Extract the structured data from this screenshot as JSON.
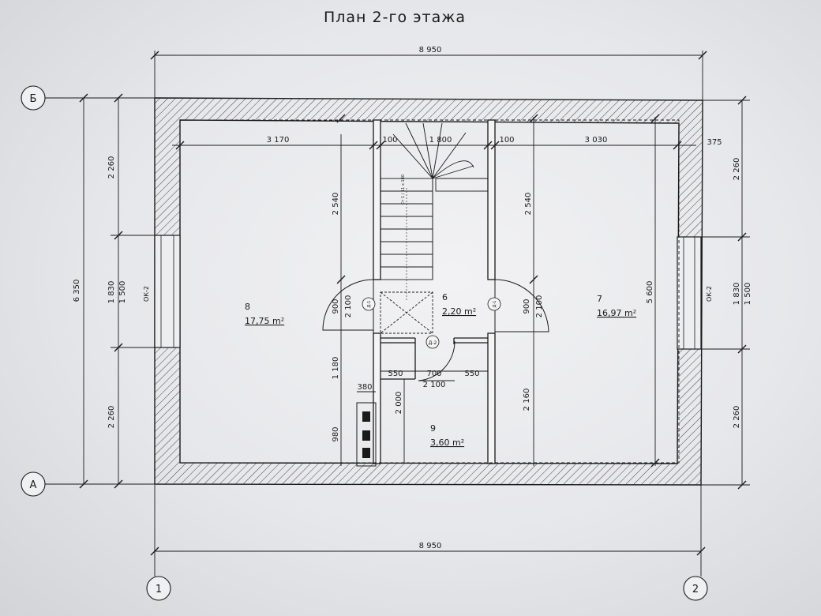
{
  "title": "План 2-го этажа",
  "axes": {
    "row_top": "Б",
    "row_bottom": "А",
    "col_left": "1",
    "col_right": "2"
  },
  "dimensions": {
    "overall_width_top": "8 950",
    "overall_width_bottom": "8 950",
    "overall_height": "6 350",
    "left_seg_top": "2 260",
    "left_seg_mid": "1 830",
    "left_window": "1 500",
    "left_seg_bottom": "2 260",
    "right_seg_top": "2 260",
    "right_seg_mid": "1 830",
    "right_window": "1 500",
    "right_seg_bottom": "2 260",
    "room_left_width": "3 170",
    "wall_a": "100",
    "stair_width": "1 800",
    "wall_b": "100",
    "room_right_width": "3 030",
    "corner_offset": "375",
    "left_room_upper": "2 540",
    "right_room_upper": "2 540",
    "door_left_900": "900",
    "door_left_2100": "2 100",
    "door_right_900": "900",
    "door_right_2100": "2 100",
    "right_room_depth": "5 600",
    "seg_1180": "1 180",
    "seg_550_left": "550",
    "seg_700": "700",
    "seg_550_right": "550",
    "seg_2100_bottom": "2 100",
    "seg_380": "380",
    "seg_2000": "2 000",
    "seg_2160": "2 160",
    "seg_980": "980"
  },
  "windows": {
    "left": "ОК-2",
    "right": "ОК-2"
  },
  "doors": {
    "left": "Д-1",
    "right": "Д-1",
    "wc": "Д-2"
  },
  "stair_note": "Ст 1 / 11 х 180",
  "rooms": [
    {
      "number": "8",
      "area": "17,75 m²"
    },
    {
      "number": "6",
      "area": "2,20 m²"
    },
    {
      "number": "7",
      "area": "16,97 m²"
    },
    {
      "number": "9",
      "area": "3,60 m²"
    }
  ]
}
